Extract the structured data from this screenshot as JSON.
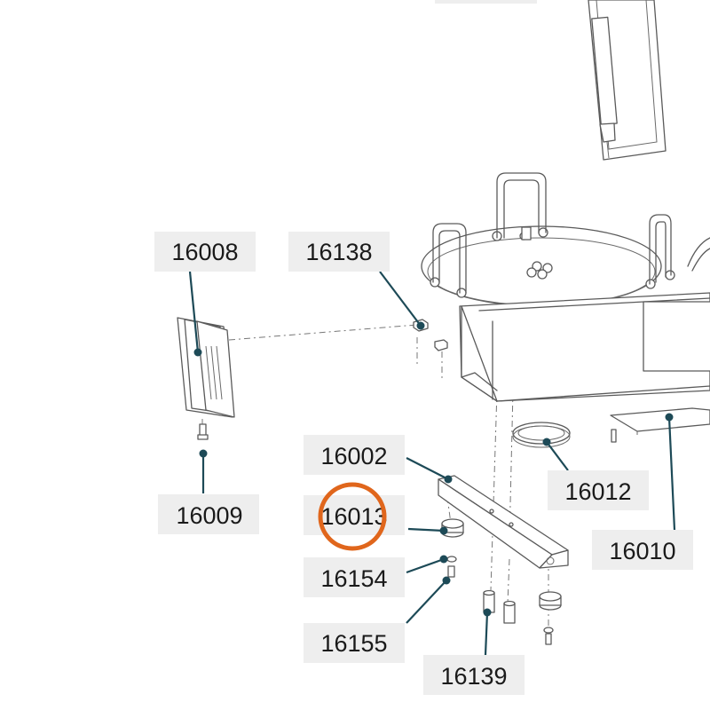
{
  "diagram": {
    "callouts": [
      {
        "id": "16008",
        "label": "16008"
      },
      {
        "id": "16138",
        "label": "16138"
      },
      {
        "id": "16009",
        "label": "16009"
      },
      {
        "id": "16002",
        "label": "16002"
      },
      {
        "id": "16013",
        "label": "16013"
      },
      {
        "id": "16012",
        "label": "16012"
      },
      {
        "id": "16010",
        "label": "16010"
      },
      {
        "id": "16154",
        "label": "16154"
      },
      {
        "id": "16155",
        "label": "16155"
      },
      {
        "id": "16139",
        "label": "16139"
      }
    ],
    "highlighted_callout": "16013",
    "colors": {
      "leader": "#1d4a57",
      "label_background": "#eeeeee",
      "highlight": "#e0661c",
      "line_art": "#5a5a5a"
    }
  }
}
